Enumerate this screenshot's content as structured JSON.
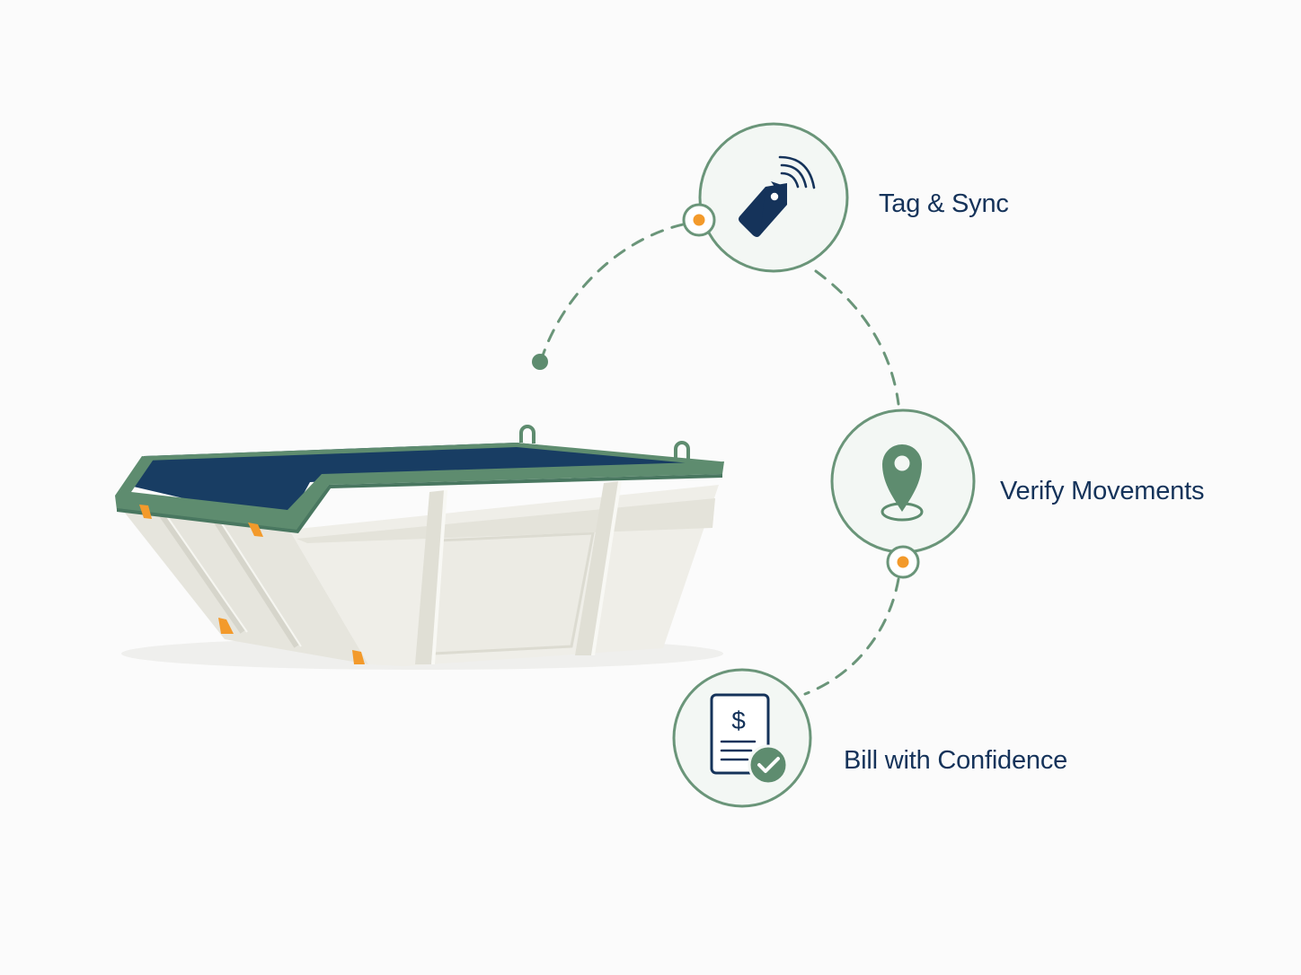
{
  "colors": {
    "background": "#fbfbfb",
    "navy": "#15335a",
    "green": "#5e8c6f",
    "orange": "#f39a2b",
    "circle_fill": "#f3f7f4",
    "skip_body": "#ecebe5"
  },
  "steps": [
    {
      "label": "Tag & Sync",
      "icon": "rfid-tag-icon"
    },
    {
      "label": "Verify Movements",
      "icon": "location-pin-icon"
    },
    {
      "label": "Bill with Confidence",
      "icon": "invoice-check-icon"
    }
  ],
  "illustration": {
    "subject": "skip-bin-icon",
    "invoice_symbol": "$"
  }
}
